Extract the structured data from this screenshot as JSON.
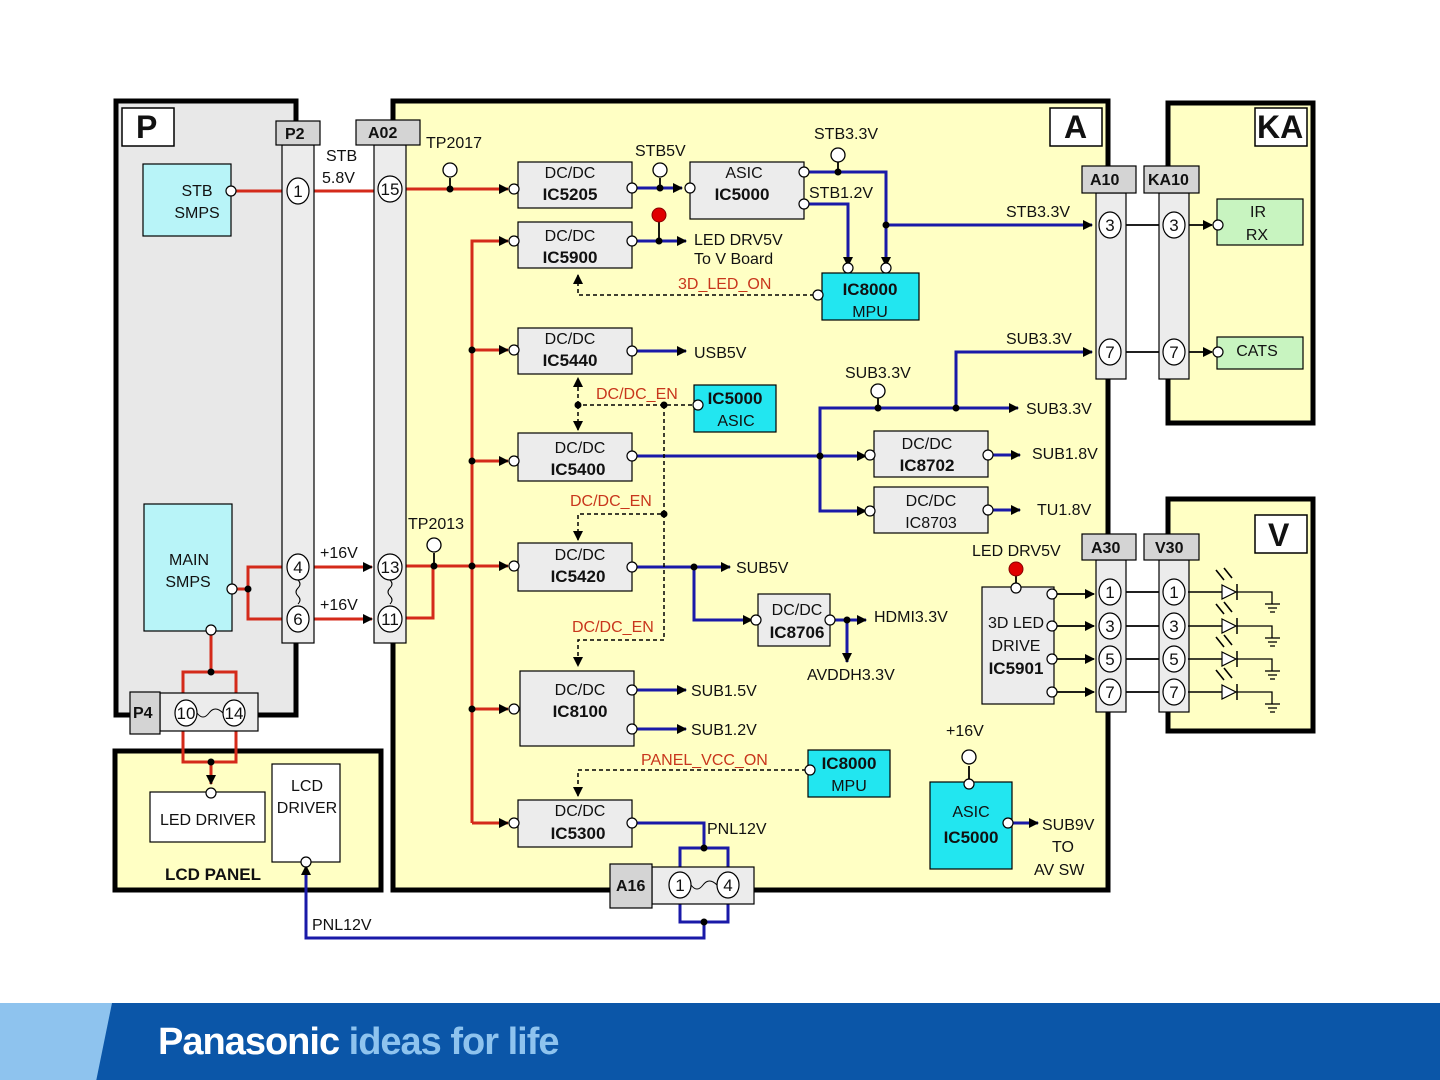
{
  "boards": {
    "P": {
      "tag": "P"
    },
    "A": {
      "tag": "A"
    },
    "KA": {
      "tag": "KA"
    },
    "V": {
      "tag": "V"
    },
    "LCD": {
      "tag": "LCD PANEL"
    }
  },
  "connectors": {
    "P2": {
      "label": "P2",
      "pins": [
        "1",
        "4",
        "6"
      ]
    },
    "A02": {
      "label": "A02",
      "pins": [
        "15",
        "13",
        "11"
      ]
    },
    "P4": {
      "label": "P4",
      "pins": [
        "10",
        "14"
      ]
    },
    "A10": {
      "label": "A10",
      "pins": [
        "3",
        "7"
      ]
    },
    "KA10": {
      "label": "KA10",
      "pins": [
        "3",
        "7"
      ]
    },
    "A30": {
      "label": "A30",
      "pins": [
        "1",
        "3",
        "5",
        "7"
      ]
    },
    "V30": {
      "label": "V30",
      "pins": [
        "1",
        "3",
        "5",
        "7"
      ]
    },
    "A16": {
      "label": "A16",
      "pins": [
        "1",
        "4"
      ]
    }
  },
  "blocks": {
    "stb_smps": {
      "line1": "STB",
      "line2": "SMPS"
    },
    "main_smps": {
      "line1": "MAIN",
      "line2": "SMPS"
    },
    "ic5205": {
      "line1": "DC/DC",
      "line2": "IC5205"
    },
    "ic5900": {
      "line1": "DC/DC",
      "line2": "IC5900"
    },
    "ic5000_top": {
      "line1": "ASIC",
      "line2": "IC5000"
    },
    "ic8000_top": {
      "line1": "IC8000",
      "line2": "MPU"
    },
    "ic5440": {
      "line1": "DC/DC",
      "line2": "IC5440"
    },
    "ic5000_mid": {
      "line1": "IC5000",
      "line2": "ASIC"
    },
    "ic5400": {
      "line1": "DC/DC",
      "line2": "IC5400"
    },
    "ic8702": {
      "line1": "DC/DC",
      "line2": "IC8702"
    },
    "ic8703": {
      "line1": "DC/DC",
      "line2": "IC8703"
    },
    "ic5420": {
      "line1": "DC/DC",
      "line2": "IC5420"
    },
    "ic8706": {
      "line1": "DC/DC",
      "line2": "IC8706"
    },
    "ic8100": {
      "line1": "DC/DC",
      "line2": "IC8100"
    },
    "ic8000_bot": {
      "line1": "IC8000",
      "line2": "MPU"
    },
    "ic5300": {
      "line1": "DC/DC",
      "line2": "IC5300"
    },
    "ic5000_bot": {
      "line1": "ASIC",
      "line2": "IC5000"
    },
    "ic5901": {
      "line1": "3D LED",
      "line2": "DRIVE",
      "line3": "IC5901"
    },
    "ir_rx": {
      "line1": "IR",
      "line2": "RX"
    },
    "cats": {
      "line1": "CATS"
    },
    "led_driver": {
      "line1": "LED DRIVER"
    },
    "lcd_driver": {
      "line1": "LCD",
      "line2": "DRIVER"
    }
  },
  "rails": {
    "stb_5_8v_1": "STB",
    "stb_5_8v_2": "5.8V",
    "tp2017": "TP2017",
    "tp2013": "TP2013",
    "stb5v": "STB5V",
    "stb3_3v_top": "STB3.3V",
    "stb1_2v": "STB1.2V",
    "stb3_3v_out": "STB3.3V",
    "led_drv5v_1": "LED DRV5V",
    "led_drv5v_2": "To V Board",
    "usb5v": "USB5V",
    "sub3_3v_tp": "SUB3.3V",
    "sub3_3v_ka": "SUB3.3V",
    "sub3_3v_out": "SUB3.3V",
    "sub1_8v": "SUB1.8V",
    "tu1_8v": "TU1.8V",
    "p16v_a": "+16V",
    "p16v_b": "+16V",
    "sub5v": "SUB5V",
    "hdmi3_3v": "HDMI3.3V",
    "avddh3_3v": "AVDDH3.3V",
    "sub1_5v": "SUB1.5V",
    "sub1_2v": "SUB1.2V",
    "pnl12v_a": "PNL12V",
    "pnl12v_b": "PNL12V",
    "p16v_asic": "+16V",
    "sub9v_1": "SUB9V",
    "sub9v_2": "TO",
    "sub9v_3": "AV SW",
    "led_drv5v_v": "LED DRV5V"
  },
  "signals": {
    "led_on": "3D_LED_ON",
    "dcdc_en_1": "DC/DC_EN",
    "dcdc_en_2": "DC/DC_EN",
    "dcdc_en_3": "DC/DC_EN",
    "panel_vcc_on": "PANEL_VCC_ON"
  },
  "footer": {
    "brand": "Panasonic",
    "tagline": "ideas for life"
  },
  "colors": {
    "board_bg_yellow": "#ffffc4",
    "board_bg_gray": "#e8e8e8",
    "ic_gray": "#ececec",
    "ic_cyan": "#22e6f0",
    "smps_cyan": "#b8f4f8",
    "rx_green": "#c8f4c0",
    "power_red": "#d42a1a",
    "rail_blue": "#1a1aa8",
    "signal_red": "#c8361c",
    "footer_blue": "#0b56a8",
    "footer_light": "#8ec3ee"
  }
}
